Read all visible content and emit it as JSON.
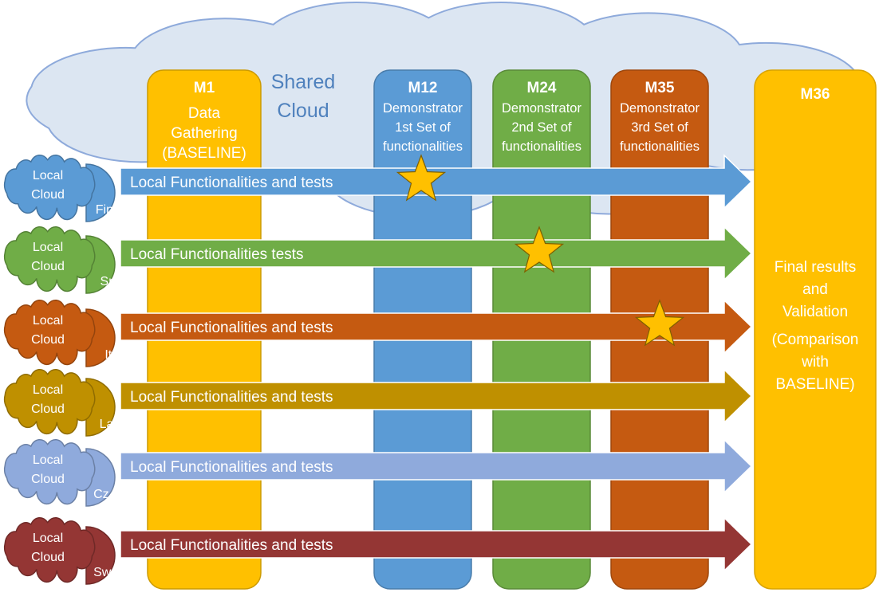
{
  "shared_cloud": {
    "line1": "Shared",
    "line2": "Cloud",
    "fill": "#dce6f2",
    "stroke": "#8eaadb",
    "text_color": "#4f81bd"
  },
  "milestones": [
    {
      "id": "m1",
      "title": "M1",
      "lines": [
        "Data",
        "Gathering",
        "(BASELINE)"
      ],
      "fill": "#ffc000"
    },
    {
      "id": "m12",
      "title": "M12",
      "lines": [
        "Demonstrator",
        "1st Set of",
        "functionalities"
      ],
      "fill": "#5b9bd5"
    },
    {
      "id": "m24",
      "title": "M24",
      "lines": [
        "Demonstrator",
        "2nd Set of",
        "functionalities"
      ],
      "fill": "#70ad47"
    },
    {
      "id": "m35",
      "title": "M35",
      "lines": [
        "Demonstrator",
        "3rd Set of",
        "functionalities"
      ],
      "fill": "#c55a11"
    }
  ],
  "final": {
    "title": "M36",
    "lines": [
      "Final results",
      "and",
      "Validation"
    ],
    "lines2": [
      "(Comparison",
      "with",
      "BASELINE)"
    ],
    "fill": "#ffc000"
  },
  "tracks": [
    {
      "cloud_line1": "Local",
      "cloud_line2": "Cloud",
      "country": "Finland",
      "arrow_label": "Local Functionalities and tests",
      "color": "#5b9bd5",
      "star": true,
      "star_milestone": "M12"
    },
    {
      "cloud_line1": "Local",
      "cloud_line2": "Cloud",
      "country": "Spain",
      "arrow_label": "Local Functionalities tests",
      "color": "#70ad47",
      "star": true,
      "star_milestone": "M24"
    },
    {
      "cloud_line1": "Local",
      "cloud_line2": "Cloud",
      "country": "Italy",
      "arrow_label": "Local Functionalities and tests",
      "color": "#c55a11",
      "star": true,
      "star_milestone": "M35"
    },
    {
      "cloud_line1": "Local",
      "cloud_line2": "Cloud",
      "country": "Latvia",
      "arrow_label": "Local Functionalities and tests",
      "color": "#bf9000",
      "star": false
    },
    {
      "cloud_line1": "Local",
      "cloud_line2": "Cloud",
      "country": "Cz. Rep",
      "arrow_label": "Local Functionalities and tests",
      "color": "#8faadc",
      "star": false
    },
    {
      "cloud_line1": "Local",
      "cloud_line2": "Cloud",
      "country": "Sweden",
      "arrow_label": "Local Functionalities and tests",
      "color": "#943634",
      "star": false
    }
  ],
  "star_color": "#ffc000"
}
